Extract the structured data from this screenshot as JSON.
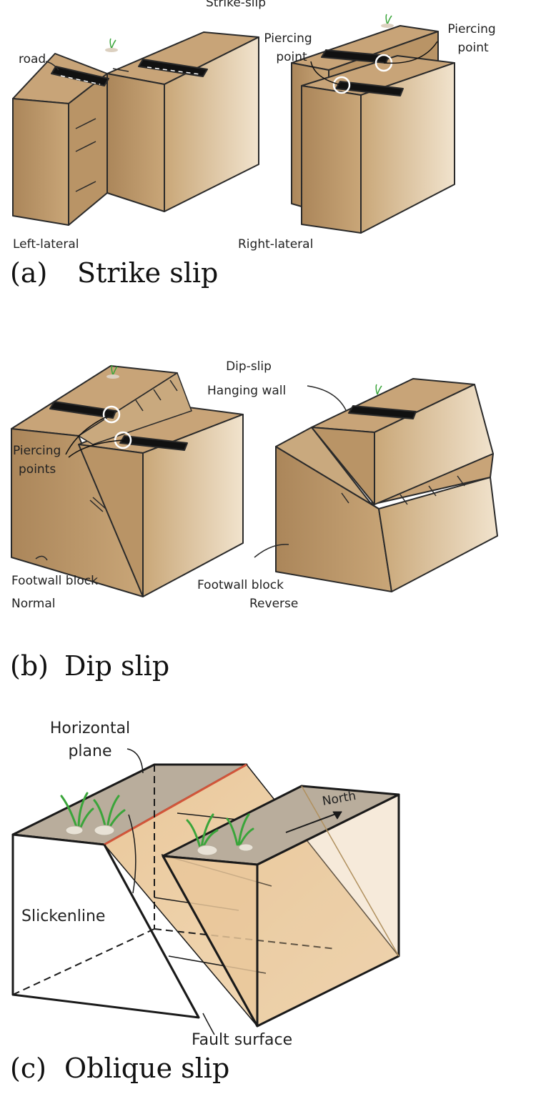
{
  "panel_a": {
    "heading": "Strike-slip",
    "road": "road",
    "piercing_left_1": "Piercing",
    "piercing_left_2": "point",
    "piercing_right_1": "Piercing",
    "piercing_right_2": "point",
    "left_lateral": "Left-lateral",
    "right_lateral": "Right-lateral",
    "caption_letter": "(a)",
    "caption_text": "Strike slip"
  },
  "panel_b": {
    "heading": "Dip-slip",
    "hanging_wall": "Hanging wall",
    "piercing_1": "Piercing",
    "piercing_2": "points",
    "footwall_left": "Footwall block",
    "normal": "Normal",
    "footwall_right": "Footwall block",
    "reverse": "Reverse",
    "caption_letter": "(b)",
    "caption_text": "Dip slip"
  },
  "panel_c": {
    "horizontal_1": "Horizontal",
    "horizontal_2": "plane",
    "north": "North",
    "slickenline": "Slickenline",
    "fault_surface": "Fault surface",
    "caption_letter": "(c)",
    "caption_text": "Oblique slip"
  },
  "colors": {
    "block_top": "#c8a478",
    "block_front": "#b08b5e",
    "block_side": "#d4b48a",
    "outline": "#2a2a2a",
    "fault_tan": "#e8c89c",
    "plane_grey": "#b9ad9c",
    "grass": "#3aa53a",
    "fault_trace_red": "#d2553a"
  }
}
